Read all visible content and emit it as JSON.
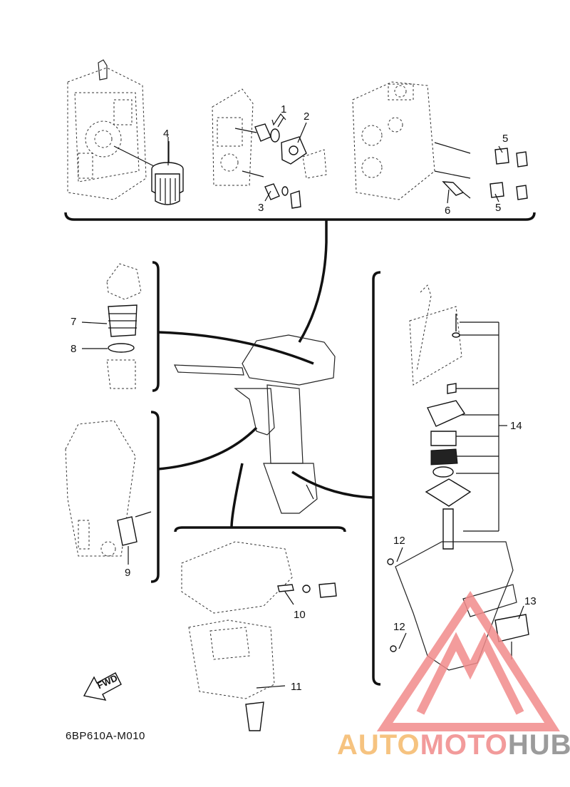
{
  "callouts": {
    "c1": "1",
    "c2": "2",
    "c3": "3",
    "c4": "4",
    "c5a": "5",
    "c5b": "5",
    "c6": "6",
    "c7": "7",
    "c8": "8",
    "c9": "9",
    "c10": "10",
    "c11": "11",
    "c12a": "12",
    "c12b": "12",
    "c13": "13",
    "c14": "14"
  },
  "diagram_code": "6BP610A-M010",
  "fwd_label": "FWD",
  "watermark": {
    "part1": "AUTO",
    "part2": "MOTO",
    "part3": "HUB",
    "color_auto": "#f5b96a",
    "color_moto": "#f08a8a",
    "color_hub": "#8a8a8a",
    "logo_color": "#f28b8b"
  }
}
